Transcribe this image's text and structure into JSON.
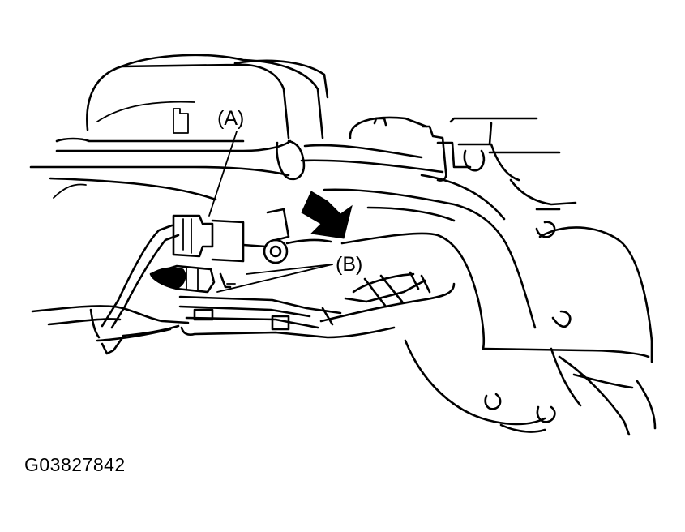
{
  "figure": {
    "id": "G03827842"
  },
  "callouts": {
    "a": "(A)",
    "b": "(B)"
  },
  "colors": {
    "ink": "#000000",
    "background": "#ffffff"
  }
}
